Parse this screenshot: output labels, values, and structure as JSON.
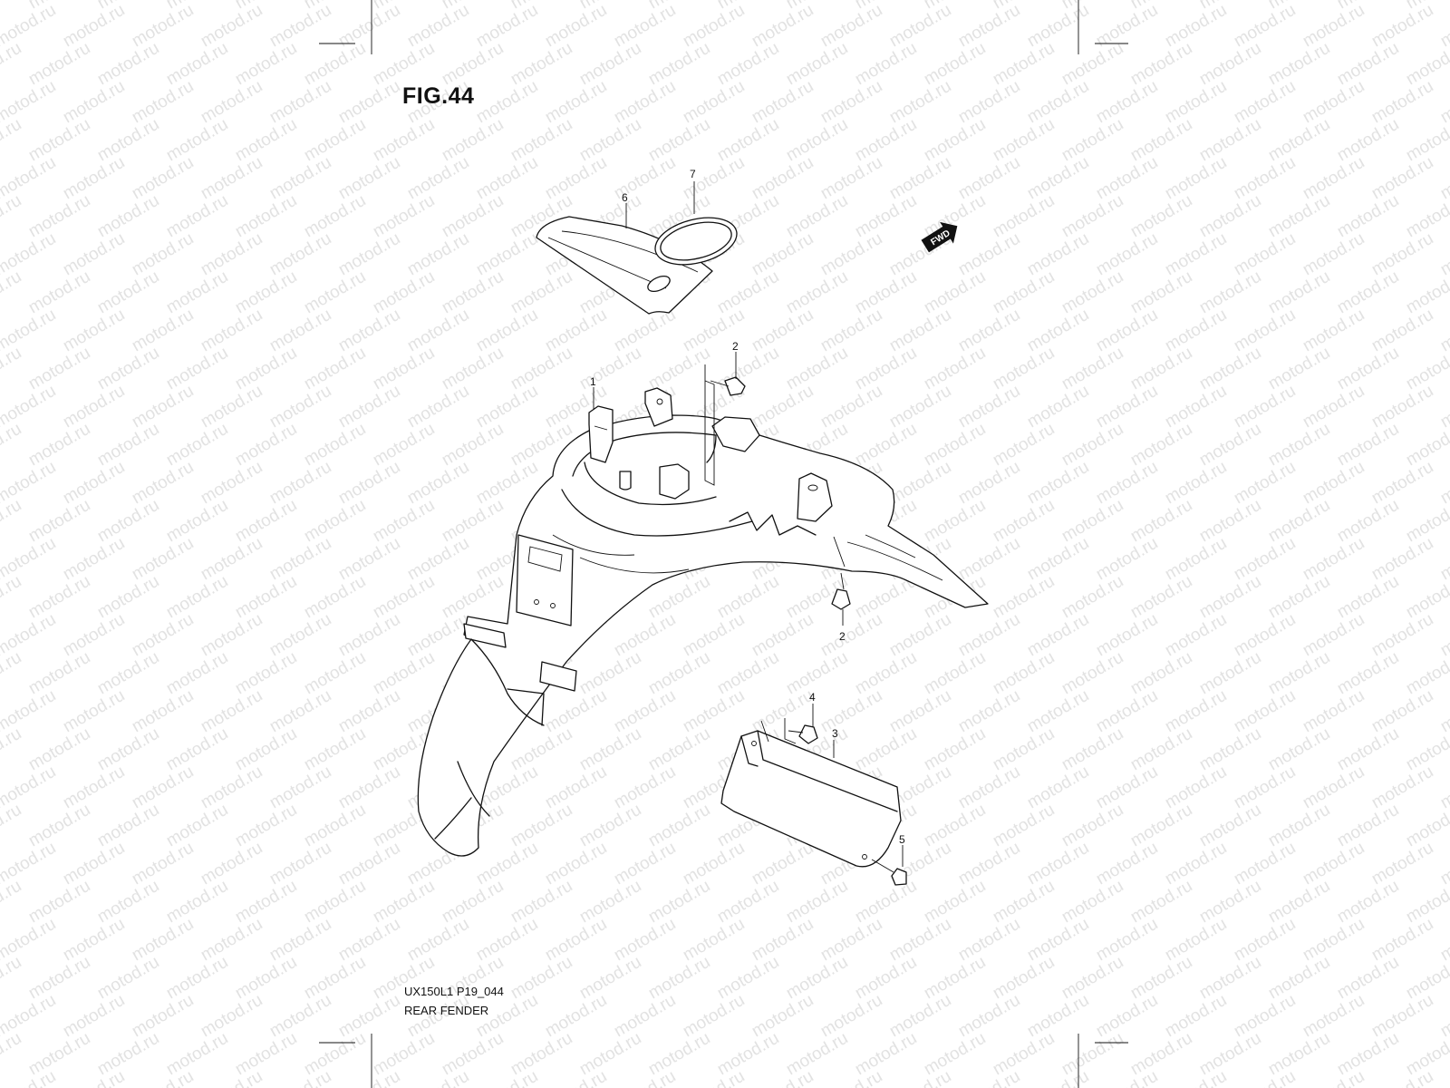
{
  "figure": {
    "title": "FIG.44",
    "code": "UX150L1 P19_044",
    "name": "REAR FENDER"
  },
  "watermark": {
    "text": "motod.ru",
    "color": "#e2e2e2"
  },
  "direction_badge": {
    "text": "FWD"
  },
  "callouts": [
    "1",
    "2",
    "2",
    "3",
    "4",
    "5",
    "6",
    "7"
  ],
  "icons": {
    "fwd_arrow": "arrow-badge",
    "part_1": "rear-fender",
    "part_2": "bolt",
    "part_3": "mud-flap-cover",
    "part_4": "screw",
    "part_5": "screw",
    "part_6": "pad",
    "part_7": "o-ring"
  }
}
